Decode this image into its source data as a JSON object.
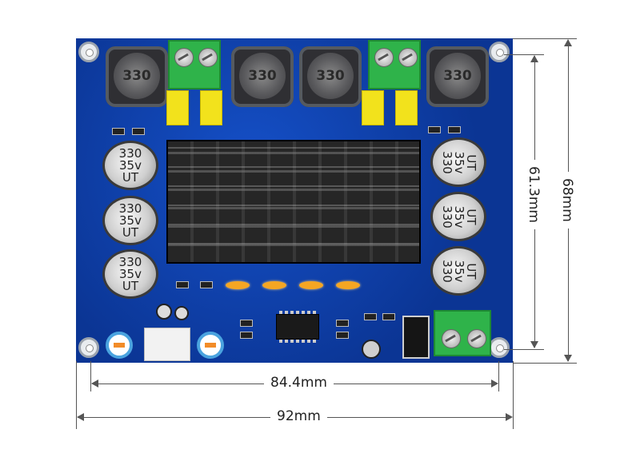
{
  "board": {
    "inductor_marking": "330",
    "capacitor_lines": [
      "330",
      "35v",
      "UT"
    ],
    "colors": {
      "pcb": "#0d3aa3",
      "terminal": "#2fb34a",
      "yellow_capacitor": "#f2e21c",
      "heatsink": "#111111"
    }
  },
  "dimensions": {
    "inner_width": "84.4mm",
    "outer_width": "92mm",
    "inner_height": "61.3mm",
    "outer_height": "68mm"
  }
}
